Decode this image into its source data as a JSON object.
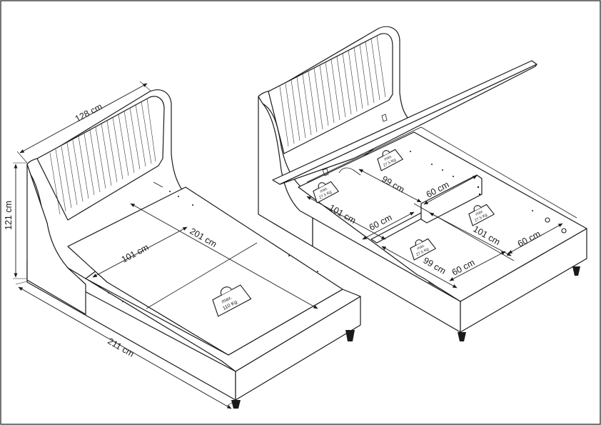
{
  "left_bed": {
    "dimensions": {
      "headboard_width": "128 cm",
      "height": "121 cm",
      "length": "211 cm",
      "inner_length": "201 cm",
      "inner_width": "101 cm"
    },
    "weight_badge": {
      "line1": "max.",
      "line2": "110 Kg"
    }
  },
  "right_bed": {
    "dimensions": {
      "back_left_length": "99 cm",
      "back_right_length": "60 cm",
      "back_width": "101 cm",
      "back_depth": "60 cm",
      "front_right_width": "101 cm",
      "front_right_depth": "60 cm",
      "front_length": "99 cm",
      "front_depth": "60 cm"
    },
    "weight_badges": [
      {
        "line1": "max.",
        "line2": "27.5 Kg"
      },
      {
        "line1": "max.",
        "line2": "27.5 Kg"
      },
      {
        "line1": "max.",
        "line2": "27.5 Kg"
      },
      {
        "line1": "max.",
        "line2": "27.5 Kg"
      }
    ]
  }
}
